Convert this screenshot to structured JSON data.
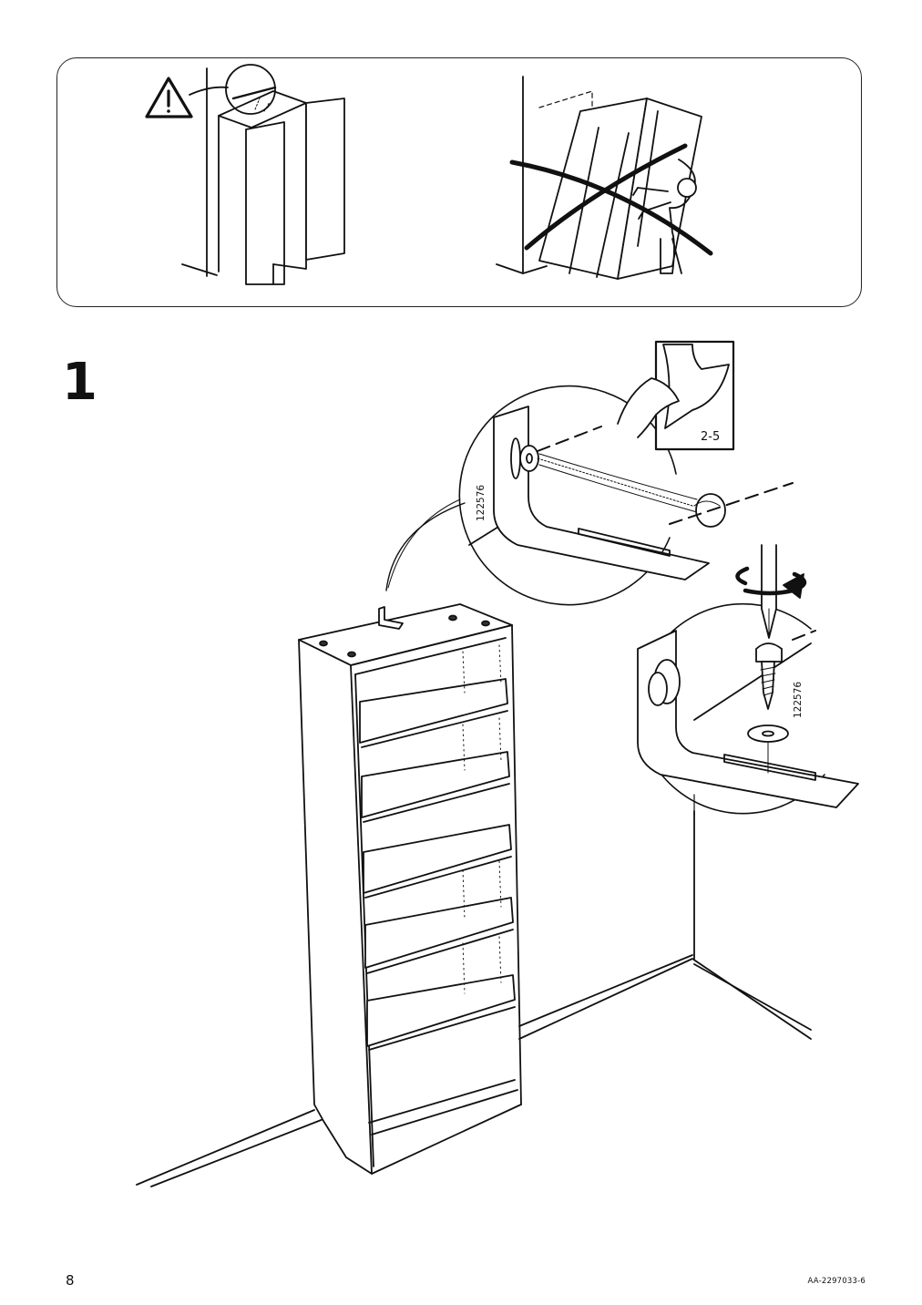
{
  "step": {
    "number": "1"
  },
  "callouts": {
    "sticker_ref": "2-5",
    "part_number_top": "122576",
    "part_number_bottom": "122576"
  },
  "footer": {
    "page_number": "8",
    "doc_code": "AA-2297033-6"
  },
  "icons": [
    "warning-triangle-icon",
    "rotate-arrow-icon",
    "screwdriver-icon"
  ],
  "colors": {
    "line": "#111111",
    "background": "#ffffff"
  }
}
